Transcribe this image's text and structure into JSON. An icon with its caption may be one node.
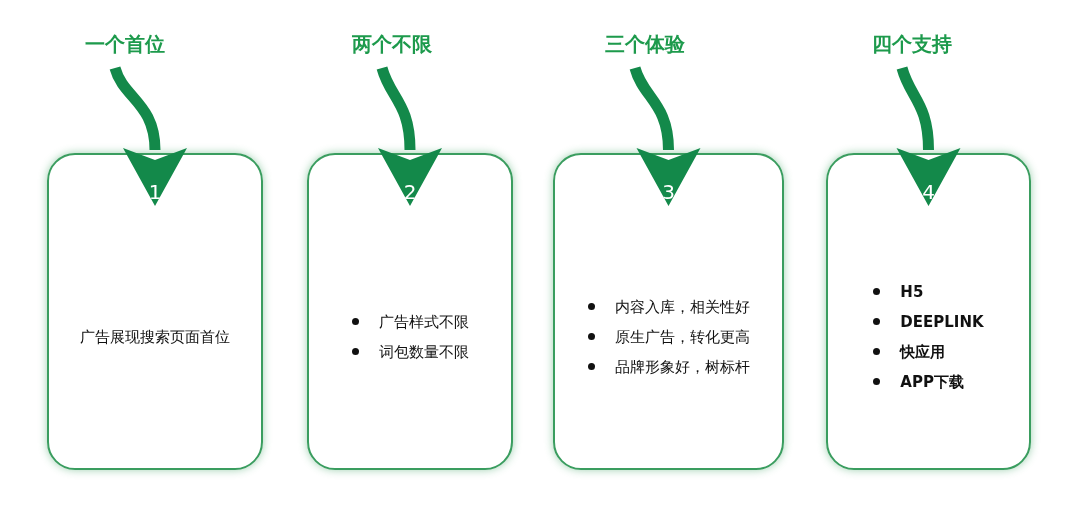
{
  "diagram": {
    "nodes": [
      {
        "text": [
          "一个首位"
        ]
      },
      {
        "text": [
          "1",
          "广告展现搜索页面首位"
        ]
      },
      {
        "text": [
          "两个不限"
        ]
      },
      {
        "text": [
          "2",
          "广告样式不限",
          "词包数量不限"
        ]
      },
      {
        "text": [
          "三个体验"
        ]
      },
      {
        "text": [
          "3",
          "内容入库，相关性好",
          "原生广告，转化更高",
          "品牌形象好，树标杆"
        ]
      },
      {
        "text": [
          "四个支持"
        ]
      },
      {
        "text": [
          "4",
          "H5",
          "DEEPLINK",
          "快应用",
          "APP下载"
        ]
      }
    ],
    "edges": [
      {
        "from": 0,
        "to": 1,
        "arrow": "to"
      },
      {
        "from": 2,
        "to": 3,
        "arrow": "to"
      },
      {
        "from": 4,
        "to": 5,
        "arrow": "to"
      },
      {
        "from": 6,
        "to": 7,
        "arrow": "to"
      }
    ]
  }
}
